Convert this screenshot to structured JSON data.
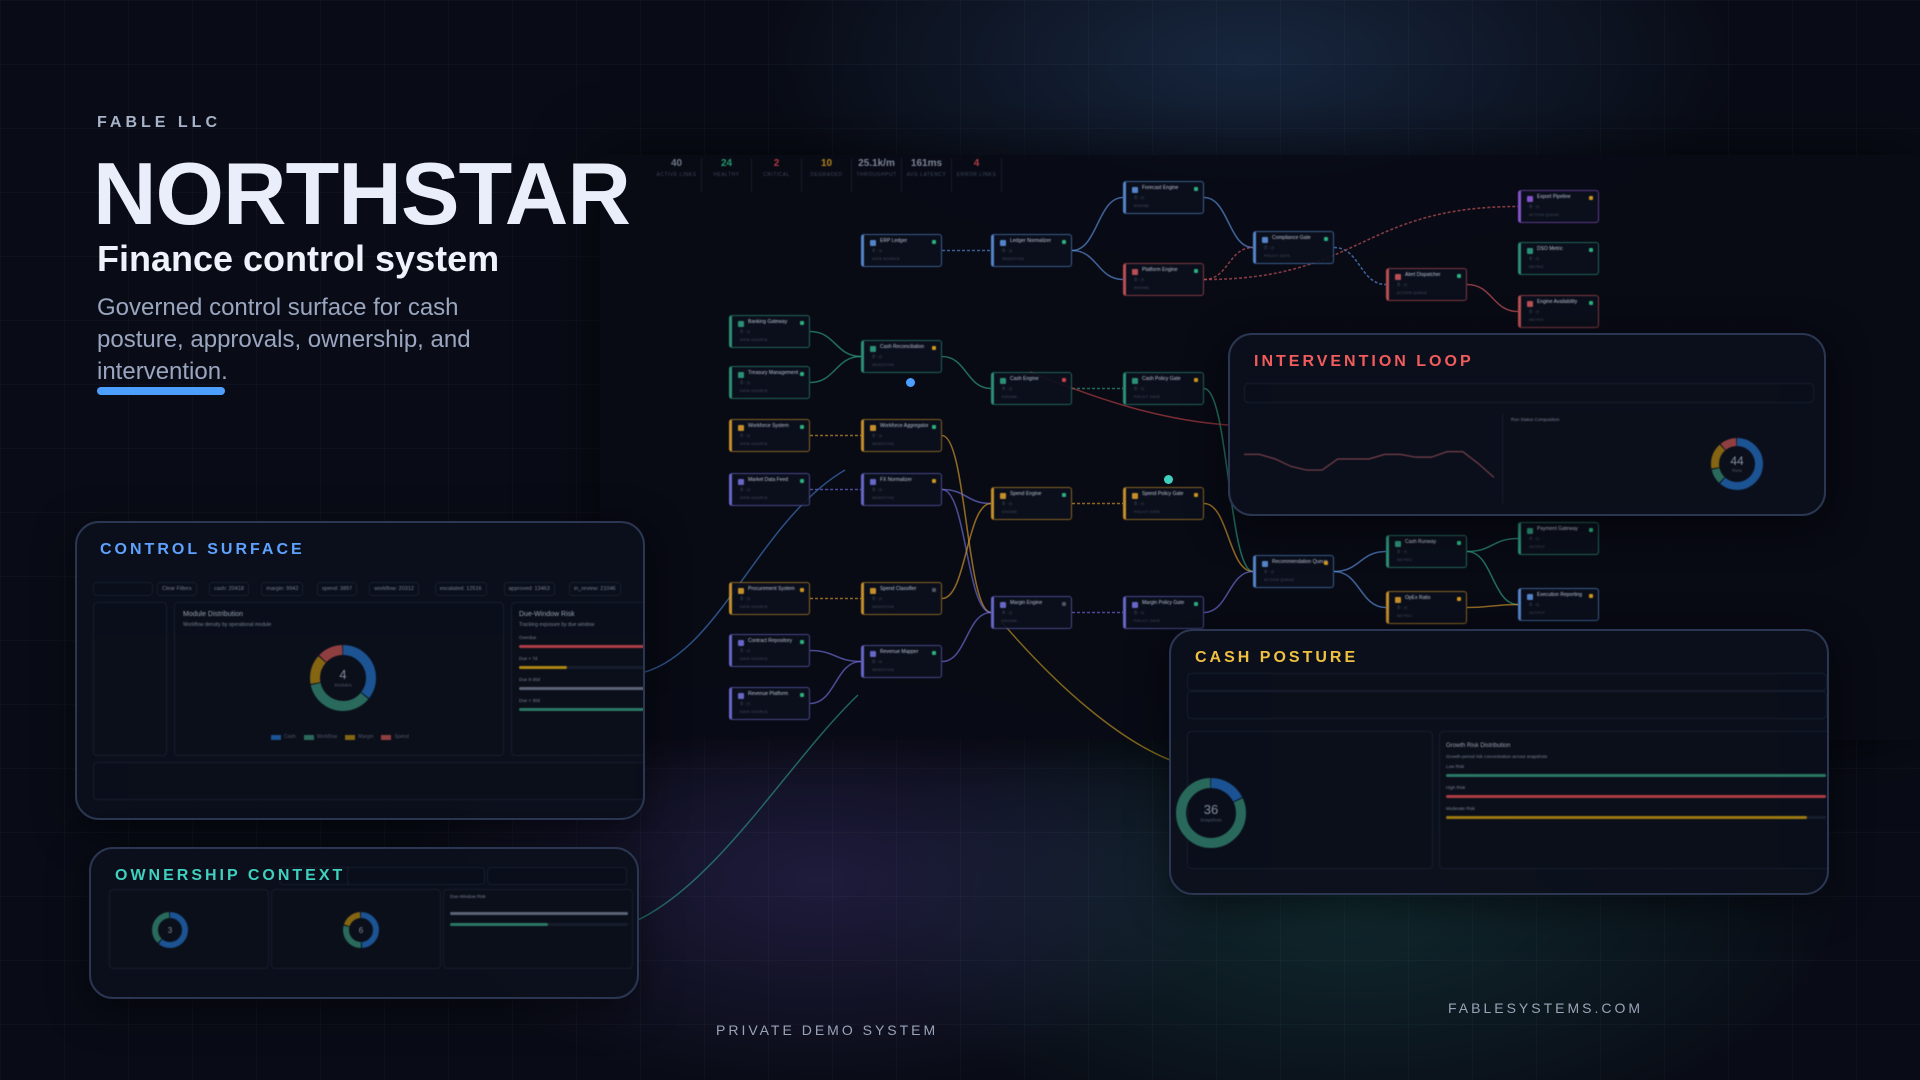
{
  "brand": {
    "company": "FABLE LLC",
    "title": "NORTHSTAR",
    "subtitle": "Finance control system",
    "description": "Governed control surface for cash posture, approvals, ownership, and intervention."
  },
  "stats": [
    {
      "value": "40",
      "label": "ACTIVE LINKS",
      "color": "#8a93a6"
    },
    {
      "value": "24",
      "label": "HEALTHY",
      "color": "#2fbf8a"
    },
    {
      "value": "2",
      "label": "CRITICAL",
      "color": "#e0484f"
    },
    {
      "value": "10",
      "label": "DEGRADED",
      "color": "#e0a41e"
    },
    {
      "value": "25.1k/m",
      "label": "THROUGHPUT",
      "color": "#9aa3b6"
    },
    {
      "value": "161ms",
      "label": "AVG LATENCY",
      "color": "#9aa3b6"
    },
    {
      "value": "4",
      "label": "ERROR LINKS",
      "color": "#e0484f"
    }
  ],
  "colors": {
    "blue": "#5b8fd9",
    "green": "#2f9c7e",
    "orange": "#d59a2c",
    "purple": "#6f6fd6",
    "red": "#c9555a",
    "violet": "#8f5ad9",
    "accent": "#4d9fff"
  },
  "nodes": [
    {
      "id": "erp",
      "name": "ERP Ledger",
      "kind": "DATA SOURCE",
      "color": "blue",
      "status": "#2fbf8a"
    },
    {
      "id": "ledn",
      "name": "Ledger Normalizer",
      "kind": "INGESTION",
      "color": "blue",
      "status": "#2fbf8a"
    },
    {
      "id": "fore",
      "name": "Forecast Engine",
      "kind": "ENGINE",
      "color": "blue",
      "status": "#2fbf8a"
    },
    {
      "id": "plat",
      "name": "Platform Engine",
      "kind": "ENGINE",
      "color": "red",
      "status": "#2fbf8a"
    },
    {
      "id": "comp",
      "name": "Compliance Gate",
      "kind": "POLICY GATE",
      "color": "blue",
      "status": "#2fbf8a"
    },
    {
      "id": "alert",
      "name": "Alert Dispatcher",
      "kind": "ACTION QUEUE",
      "color": "red",
      "status": "#2fbf8a"
    },
    {
      "id": "exp",
      "name": "Export Pipeline",
      "kind": "ACTION QUEUE",
      "color": "violet",
      "status": "#e0a41e"
    },
    {
      "id": "dso",
      "name": "DSO Metric",
      "kind": "METRIC",
      "color": "green",
      "status": "#2fbf8a"
    },
    {
      "id": "eng",
      "name": "Engine Availability",
      "kind": "METRIC",
      "color": "red",
      "status": "#2fbf8a"
    },
    {
      "id": "bank",
      "name": "Banking Gateway",
      "kind": "DATA SOURCE",
      "color": "green",
      "status": "#2fbf8a"
    },
    {
      "id": "treas",
      "name": "Treasury Management",
      "kind": "DATA SOURCE",
      "color": "green",
      "status": "#2fbf8a"
    },
    {
      "id": "crec",
      "name": "Cash Reconciliation",
      "kind": "INGESTION",
      "color": "green",
      "status": "#e0a41e"
    },
    {
      "id": "wfs",
      "name": "Workforce System",
      "kind": "DATA SOURCE",
      "color": "orange",
      "status": "#2fbf8a"
    },
    {
      "id": "wfa",
      "name": "Workforce Aggregator",
      "kind": "INGESTION",
      "color": "orange",
      "status": "#2fbf8a"
    },
    {
      "id": "mkt",
      "name": "Market Data Feed",
      "kind": "DATA SOURCE",
      "color": "purple",
      "status": "#2fbf8a"
    },
    {
      "id": "fx",
      "name": "FX Normalizer",
      "kind": "INGESTION",
      "color": "purple",
      "status": "#e0a41e"
    },
    {
      "id": "ceng",
      "name": "Cash Engine",
      "kind": "ENGINE",
      "color": "green",
      "status": "#e0484f"
    },
    {
      "id": "cpg",
      "name": "Cash Policy Gate",
      "kind": "POLICY GATE",
      "color": "green",
      "status": "#e0a41e"
    },
    {
      "id": "seng",
      "name": "Spend Engine",
      "kind": "ENGINE",
      "color": "orange",
      "status": "#2fbf8a"
    },
    {
      "id": "spg",
      "name": "Spend Policy Gate",
      "kind": "POLICY GATE",
      "color": "orange",
      "status": "#e0a41e"
    },
    {
      "id": "proc",
      "name": "Procurement System",
      "kind": "DATA SOURCE",
      "color": "orange",
      "status": "#e0a41e"
    },
    {
      "id": "scls",
      "name": "Spend Classifier",
      "kind": "INGESTION",
      "color": "orange",
      "status": "#555d70"
    },
    {
      "id": "cont",
      "name": "Contract Repository",
      "kind": "DATA SOURCE",
      "color": "purple",
      "status": "#2fbf8a"
    },
    {
      "id": "revm",
      "name": "Revenue Mapper",
      "kind": "INGESTION",
      "color": "purple",
      "status": "#2fbf8a"
    },
    {
      "id": "revp",
      "name": "Revenue Platform",
      "kind": "DATA SOURCE",
      "color": "purple",
      "status": "#2fbf8a"
    },
    {
      "id": "meng",
      "name": "Margin Engine",
      "kind": "ENGINE",
      "color": "purple",
      "status": "#555d70"
    },
    {
      "id": "mpg",
      "name": "Margin Policy Gate",
      "kind": "POLICY GATE",
      "color": "purple",
      "status": "#2fbf8a"
    },
    {
      "id": "recq",
      "name": "Recommendation Queue",
      "kind": "ACTION QUEUE",
      "color": "blue",
      "status": "#e0a41e"
    },
    {
      "id": "runw",
      "name": "Cash Runway",
      "kind": "METRIC",
      "color": "green",
      "status": "#2fbf8a"
    },
    {
      "id": "opex",
      "name": "OpEx Ratio",
      "kind": "METRIC",
      "color": "orange",
      "status": "#e0a41e"
    },
    {
      "id": "exec",
      "name": "Execution Reporting",
      "kind": "OUTPUT",
      "color": "blue",
      "status": "#e0a41e"
    },
    {
      "id": "pay",
      "name": "Payment Gateway",
      "kind": "OUTPUT",
      "color": "green",
      "status": "#2fbf8a"
    }
  ],
  "edges": [
    [
      "erp",
      "ledn"
    ],
    [
      "ledn",
      "fore"
    ],
    [
      "ledn",
      "plat"
    ],
    [
      "fore",
      "comp"
    ],
    [
      "plat",
      "comp"
    ],
    [
      "comp",
      "alert"
    ],
    [
      "alert",
      "eng"
    ],
    [
      "plat",
      "exp"
    ],
    [
      "bank",
      "crec"
    ],
    [
      "treas",
      "crec"
    ],
    [
      "crec",
      "ceng"
    ],
    [
      "wfs",
      "wfa"
    ],
    [
      "wfa",
      "meng"
    ],
    [
      "mkt",
      "fx"
    ],
    [
      "fx",
      "seng"
    ],
    [
      "fx",
      "meng"
    ],
    [
      "ceng",
      "cpg"
    ],
    [
      "seng",
      "spg"
    ],
    [
      "proc",
      "scls"
    ],
    [
      "scls",
      "seng"
    ],
    [
      "cont",
      "revm"
    ],
    [
      "revp",
      "revm"
    ],
    [
      "revm",
      "meng"
    ],
    [
      "meng",
      "mpg"
    ],
    [
      "cpg",
      "recq"
    ],
    [
      "spg",
      "recq"
    ],
    [
      "mpg",
      "recq"
    ],
    [
      "recq",
      "runw"
    ],
    [
      "recq",
      "opex"
    ],
    [
      "runw",
      "exec"
    ],
    [
      "opex",
      "exec"
    ],
    [
      "runw",
      "pay"
    ]
  ],
  "control_surface": {
    "title": "CONTROL SURFACE",
    "clear_filters": "Clear Filters",
    "chips": [
      "cash: 20418",
      "margin: 9942",
      "spend: 3897",
      "workflow: 20312",
      "escalated: 12516",
      "approved: 13463",
      "in_review: 21046"
    ],
    "module_title": "Module Distribution",
    "module_sub": "Workflow density by operational module",
    "donut": {
      "value": "4",
      "label": "Modules",
      "segments": [
        {
          "name": "Cash",
          "share": 0.36,
          "color": "#1f5fa8"
        },
        {
          "name": "Workflow",
          "share": 0.36,
          "color": "#2f7a68"
        },
        {
          "name": "Margin",
          "share": 0.15,
          "color": "#9a7410"
        },
        {
          "name": "Spend",
          "share": 0.13,
          "color": "#a84848"
        }
      ]
    },
    "risk_title": "Due-Window Risk",
    "risk_sub": "Tracking exposure by due window",
    "risk": [
      {
        "label": "Overdue",
        "value": 1.0,
        "color": "#c9454a"
      },
      {
        "label": "Due < 7d",
        "value": 0.38,
        "color": "#c99a12"
      },
      {
        "label": "Due 8-30d",
        "value": 1.0,
        "color": "#6a7286"
      },
      {
        "label": "Due > 30d",
        "value": 1.0,
        "color": "#2f8a70"
      }
    ]
  },
  "ownership": {
    "title": "OWNERSHIP CONTEXT",
    "donut1": {
      "value": "3",
      "segments": [
        {
          "share": 0.62,
          "color": "#1f5fa8"
        },
        {
          "share": 0.38,
          "color": "#2f7a68"
        }
      ]
    },
    "donut2": {
      "value": "6",
      "segments": [
        {
          "share": 0.5,
          "color": "#1f5fa8"
        },
        {
          "share": 0.3,
          "color": "#2f7a68"
        },
        {
          "share": 0.2,
          "color": "#9a7410"
        }
      ]
    },
    "risk_title": "Due-Window Risk",
    "risk": [
      {
        "value": 1.0,
        "color": "#6a7286"
      },
      {
        "value": 0.55,
        "color": "#2f8a70"
      }
    ]
  },
  "intervention": {
    "title": "INTERVENTION LOOP",
    "comp_title": "Run Status Composition",
    "donut": {
      "value": "44",
      "label": "Runs",
      "segments": [
        {
          "share": 0.62,
          "color": "#1f5fa8"
        },
        {
          "share": 0.1,
          "color": "#2f7a68"
        },
        {
          "share": 0.17,
          "color": "#9a7410"
        },
        {
          "share": 0.11,
          "color": "#a84848"
        }
      ]
    },
    "series": [
      0.55,
      0.55,
      0.5,
      0.42,
      0.38,
      0.38,
      0.5,
      0.5,
      0.5,
      0.55,
      0.55,
      0.52,
      0.52,
      0.58,
      0.58,
      0.45,
      0.3
    ]
  },
  "cash_posture": {
    "title": "CASH POSTURE",
    "donut": {
      "value": "36",
      "label": "Snapshots",
      "segments": [
        {
          "share": 0.18,
          "color": "#1f5fa8"
        },
        {
          "share": 0.82,
          "color": "#2f7a68"
        }
      ]
    },
    "risk_title": "Growth Risk Distribution",
    "risk_sub": "Growth-period risk concentration across snapshots",
    "risk": [
      {
        "label": "Low Risk",
        "value": 1.0,
        "color": "#2f8a70"
      },
      {
        "label": "High Risk",
        "value": 1.0,
        "color": "#c9454a"
      },
      {
        "label": "Moderate Risk",
        "value": 0.95,
        "color": "#b58a10"
      }
    ]
  },
  "footer": {
    "left": "PRIVATE DEMO SYSTEM",
    "right": "FABLESYSTEMS.COM"
  }
}
